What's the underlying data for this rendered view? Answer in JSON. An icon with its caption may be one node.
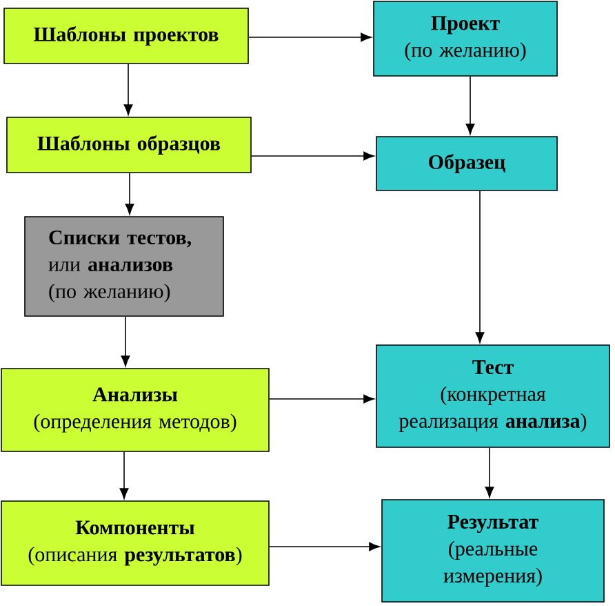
{
  "diagram": {
    "nodes": [
      {
        "text": [
          "Шаблоны проектов"
        ]
      },
      {
        "text": [
          "Проект",
          "(по желанию)"
        ]
      },
      {
        "text": [
          "Шаблоны образцов"
        ]
      },
      {
        "text": [
          "Образец"
        ]
      },
      {
        "text": [
          "Списки тестов,",
          "или **анализов** (по желанию)"
        ]
      },
      {
        "text": [
          "Анализы",
          "(определения методов)"
        ]
      },
      {
        "text": [
          "Тест",
          "(конкретная реализация **анализа**)"
        ]
      },
      {
        "text": [
          "Компоненты",
          "(описания **результатов**)"
        ]
      },
      {
        "text": [
          "Результат",
          "(реальные измерения)"
        ]
      }
    ],
    "edges": [
      {
        "from": 0,
        "to": 1,
        "arrow": "to"
      },
      {
        "from": 0,
        "to": 2,
        "arrow": "to"
      },
      {
        "from": 1,
        "to": 3,
        "arrow": "to"
      },
      {
        "from": 2,
        "to": 3,
        "arrow": "to"
      },
      {
        "from": 2,
        "to": 4,
        "arrow": "to"
      },
      {
        "from": 3,
        "to": 6,
        "arrow": "to"
      },
      {
        "from": 4,
        "to": 5,
        "arrow": "to"
      },
      {
        "from": 5,
        "to": 6,
        "arrow": "to"
      },
      {
        "from": 5,
        "to": 7,
        "arrow": "to"
      },
      {
        "from": 6,
        "to": 8,
        "arrow": "to"
      },
      {
        "from": 7,
        "to": 8,
        "arrow": "to"
      }
    ]
  }
}
